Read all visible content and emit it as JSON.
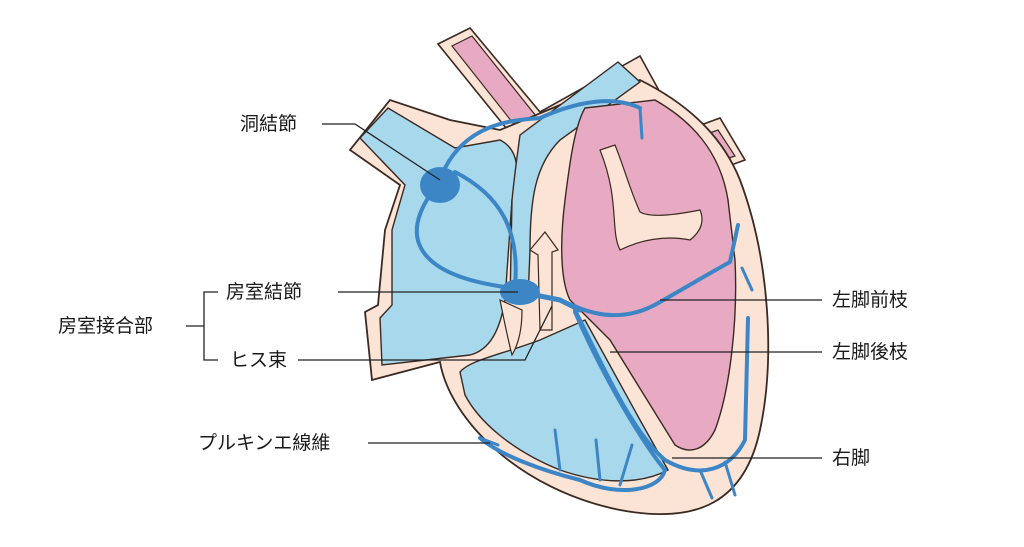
{
  "labels": {
    "sinoatrial_node": "洞結節",
    "atrioventricular_node": "房室結節",
    "av_junction": "房室接合部",
    "his_bundle": "ヒス束",
    "purkinje_fibers": "プルキンエ線維",
    "left_anterior_fascicle": "左脚前枝",
    "left_posterior_fascicle": "左脚後枝",
    "right_bundle_branch": "右脚"
  },
  "colors": {
    "heart_wall": "#fbe3d6",
    "outline": "#3a2a22",
    "right_heart_blood": "#a8d8ec",
    "left_heart_blood": "#e8a9c3",
    "conduction_system": "#3d86c6",
    "leader_line": "#222222"
  }
}
